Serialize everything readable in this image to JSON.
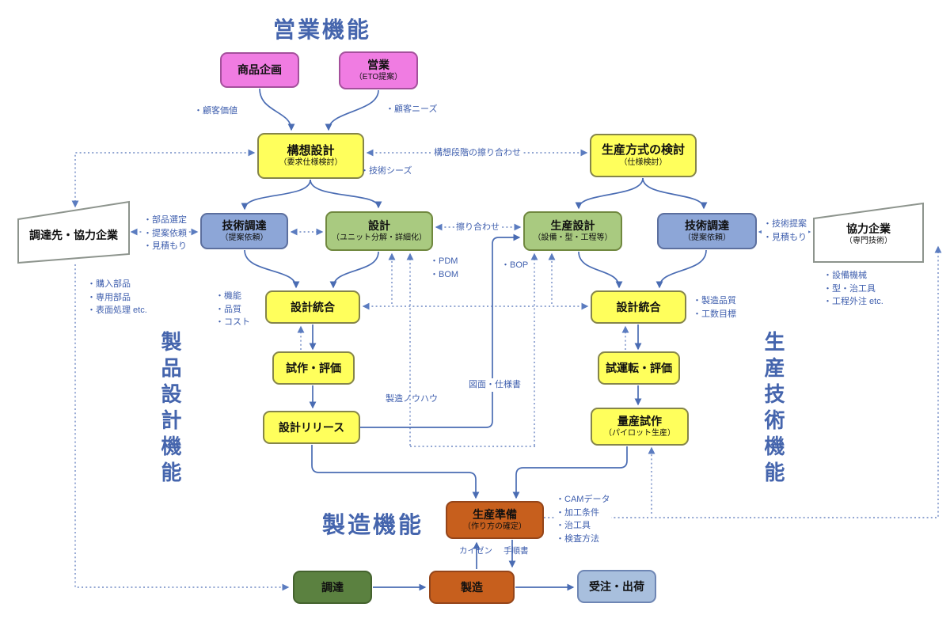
{
  "titles": {
    "sales_function": "営業機能",
    "manufacturing_function": "製造機能",
    "product_design_function": "製品設計機能",
    "production_tech_function": "生産技術機能"
  },
  "nodes": {
    "product_planning": {
      "label": "商品企画"
    },
    "sales_eto": {
      "label": "営業",
      "sub": "（ETO提案）"
    },
    "concept_design": {
      "label": "構想設計",
      "sub": "（要求仕様検討）"
    },
    "production_method": {
      "label": "生産方式の検討",
      "sub": "（仕様検討）"
    },
    "tech_procurement_left": {
      "label": "技術調達",
      "sub": "（提案依頼）"
    },
    "design": {
      "label": "設計",
      "sub": "（ユニット分解・詳細化）"
    },
    "production_design": {
      "label": "生産設計",
      "sub": "（設備・型・工程等）"
    },
    "tech_procurement_right": {
      "label": "技術調達",
      "sub": "（提案依頼）"
    },
    "suppliers": {
      "label": "調達先・協力企業"
    },
    "partners": {
      "label": "協力企業",
      "sub": "（専門技術）"
    },
    "design_integration_left": {
      "label": "設計統合"
    },
    "design_integration_right": {
      "label": "設計統合"
    },
    "prototype_eval": {
      "label": "試作・評価"
    },
    "trial_run_eval": {
      "label": "試運転・評価"
    },
    "design_release": {
      "label": "設計リリース"
    },
    "pilot_production": {
      "label": "量産試作",
      "sub": "（パイロット生産）"
    },
    "production_prep": {
      "label": "生産準備",
      "sub": "（作り方の確定）"
    },
    "procurement": {
      "label": "調達"
    },
    "manufacturing": {
      "label": "製造"
    },
    "order_shipping": {
      "label": "受注・出荷"
    }
  },
  "annotations": {
    "customer_value": {
      "text": "・顧客価値"
    },
    "customer_needs": {
      "text": "・顧客ニーズ"
    },
    "tech_seeds": {
      "text": "・技術シーズ"
    },
    "concept_alignment": {
      "text": "構想段階の擦り合わせ"
    },
    "parts_selection": {
      "lines": [
        "・部品選定",
        "・提案依頼",
        "・見積もり"
      ]
    },
    "tech_proposal": {
      "lines": [
        "・技術提案",
        "・見積もり"
      ]
    },
    "alignment": {
      "text": "擦り合わせ"
    },
    "pdm_bom": {
      "lines": [
        "・PDM",
        "・BOM"
      ]
    },
    "bop": {
      "text": "・BOP"
    },
    "purchased_parts": {
      "lines": [
        "・購入部品",
        "・専用部品",
        "・表面処理 etc."
      ]
    },
    "partner_resources": {
      "lines": [
        "・設備機械",
        "・型・治工具",
        "・工程外注 etc."
      ]
    },
    "function_quality_cost": {
      "lines": [
        "・機能",
        "・品質",
        "・コスト"
      ]
    },
    "mfg_quality_targets": {
      "lines": [
        "・製造品質",
        "・工数目標"
      ]
    },
    "drawings_specs": {
      "text": "図面・仕様書"
    },
    "mfg_knowhow": {
      "text": "製造ノウハウ"
    },
    "cam_data": {
      "lines": [
        "・CAMデータ",
        "・加工条件",
        "・治工具",
        "・検査方法"
      ]
    },
    "kaizen": {
      "text": "カイゼン"
    },
    "procedure_sheet": {
      "text": "手順書"
    }
  },
  "colors": {
    "line_solid": "#4a6cb3",
    "line_dashed": "#6f89c4",
    "text_blue": "#3f5fae",
    "box_pink": "#f07ce2",
    "box_yellow": "#ffff5c",
    "box_blue": "#8da6d7",
    "box_green": "#a9ca80",
    "box_dark_green": "#5b8140",
    "box_orange": "#c75f1d",
    "box_light_blue": "#a8bfdd"
  }
}
